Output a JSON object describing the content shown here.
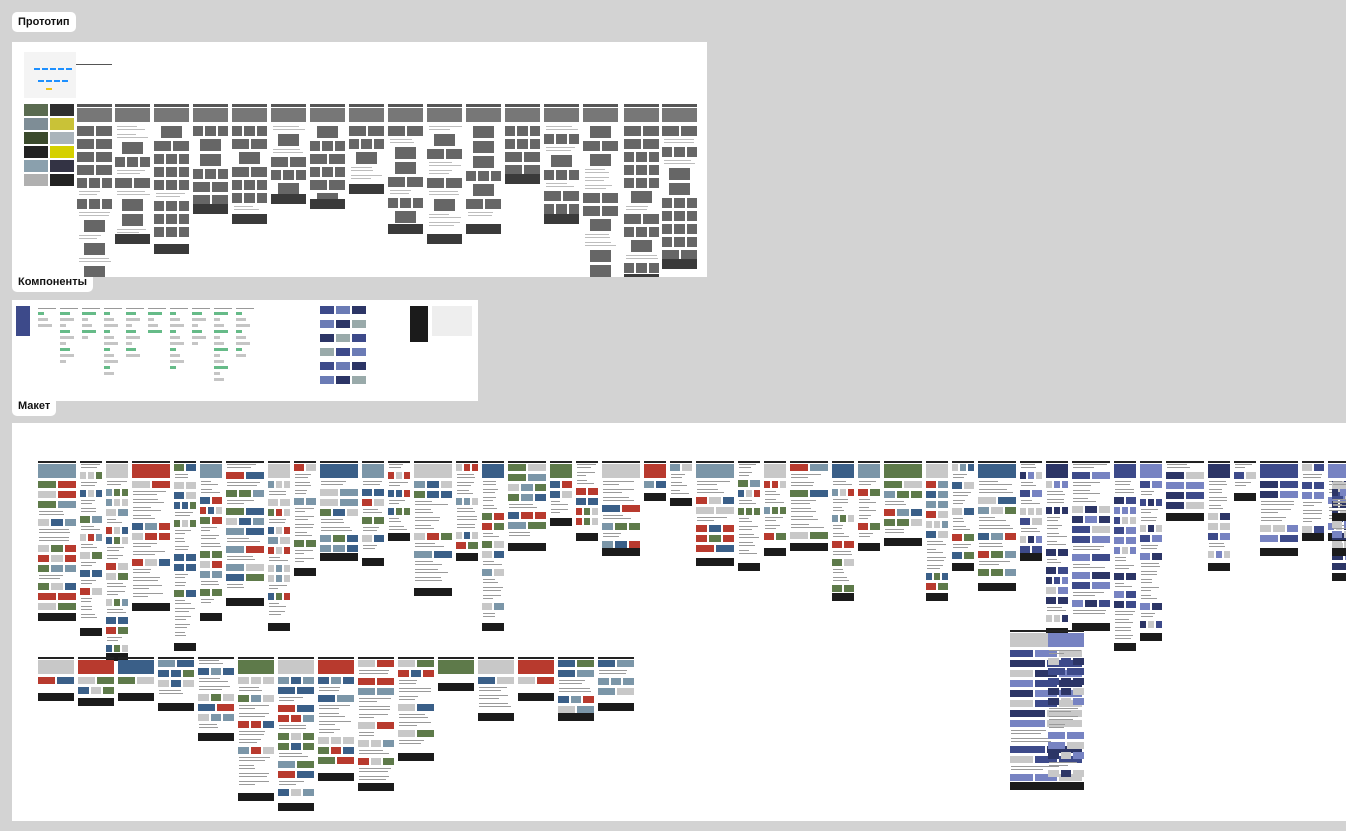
{
  "canvas": {
    "background": "#d3d3d3",
    "sections": [
      {
        "id": "prototype",
        "label": "Прототип"
      },
      {
        "id": "components",
        "label": "Компоненты"
      },
      {
        "id": "mockup",
        "label": "Макет"
      }
    ]
  },
  "colors": {
    "frame": "#ffffff",
    "wire_block": "#666666",
    "wire_dark": "#3a3a3a",
    "page_header": "#555555",
    "text_line": "#bdbdbd",
    "footer": "#1b1b1b",
    "boat_blue": "#3d4a8a",
    "boat_red": "#b83a2e",
    "sky_photo": "#7b96a8",
    "accent_blue": "#1e90ff",
    "accent_yellow": "#f0c419"
  }
}
